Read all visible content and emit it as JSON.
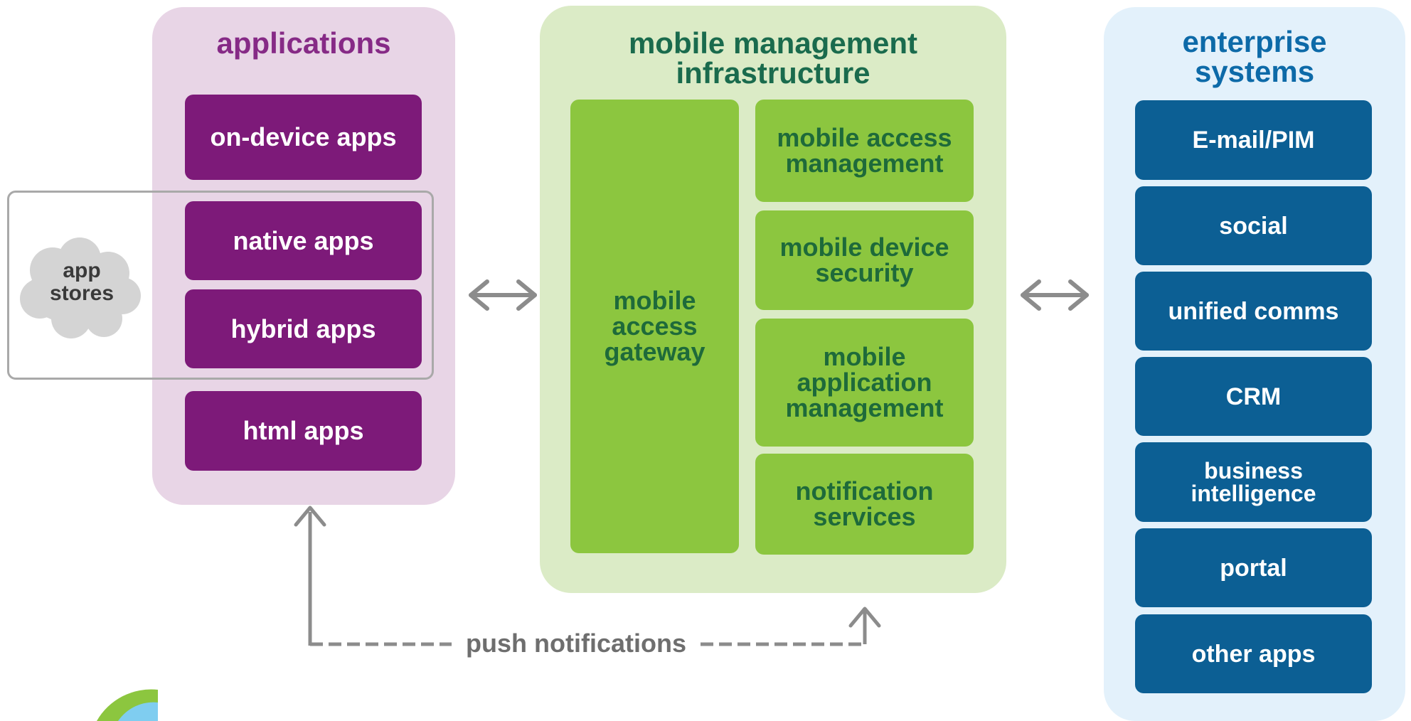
{
  "colors": {
    "applications_bg": "#e8d5e6",
    "applications_title": "#862a86",
    "app_box": "#7d1a79",
    "mmi_bg": "#dbebc6",
    "mmi_title": "#1a6b4d",
    "mmi_box": "#8cc63f",
    "mmi_box_text": "#1e6a3a",
    "enterprise_bg": "#e3f1fb",
    "enterprise_title": "#0d6aa8",
    "enterprise_box": "#0c5f94",
    "arrow": "#8c8c8c",
    "cloud": "#d4d4d4"
  },
  "applications": {
    "title": "applications",
    "items": [
      "on-device apps",
      "native apps",
      "hybrid apps",
      "html apps"
    ]
  },
  "app_stores": {
    "label_line1": "app",
    "label_line2": "stores"
  },
  "mobile_management": {
    "title_line1": "mobile management",
    "title_line2": "infrastructure",
    "gateway": {
      "line1": "mobile",
      "line2": "access",
      "line3": "gateway"
    },
    "services": [
      {
        "line1": "mobile access",
        "line2": "management",
        "line3": ""
      },
      {
        "line1": "mobile device",
        "line2": "security",
        "line3": ""
      },
      {
        "line1": "mobile",
        "line2": "application",
        "line3": "management"
      },
      {
        "line1": "notification",
        "line2": "services",
        "line3": ""
      }
    ]
  },
  "enterprise": {
    "title_line1": "enterprise",
    "title_line2": "systems",
    "items": [
      {
        "line1": "E-mail/PIM",
        "line2": ""
      },
      {
        "line1": "social",
        "line2": ""
      },
      {
        "line1": "unified comms",
        "line2": ""
      },
      {
        "line1": "CRM",
        "line2": ""
      },
      {
        "line1": "business",
        "line2": "intelligence"
      },
      {
        "line1": "portal",
        "line2": ""
      },
      {
        "line1": "other apps",
        "line2": ""
      }
    ]
  },
  "push_notifications": {
    "label": "push notifications"
  },
  "icons": [
    "bidirectional-arrow-icon",
    "cloud-icon",
    "up-arrow-icon",
    "logo-icon"
  ]
}
